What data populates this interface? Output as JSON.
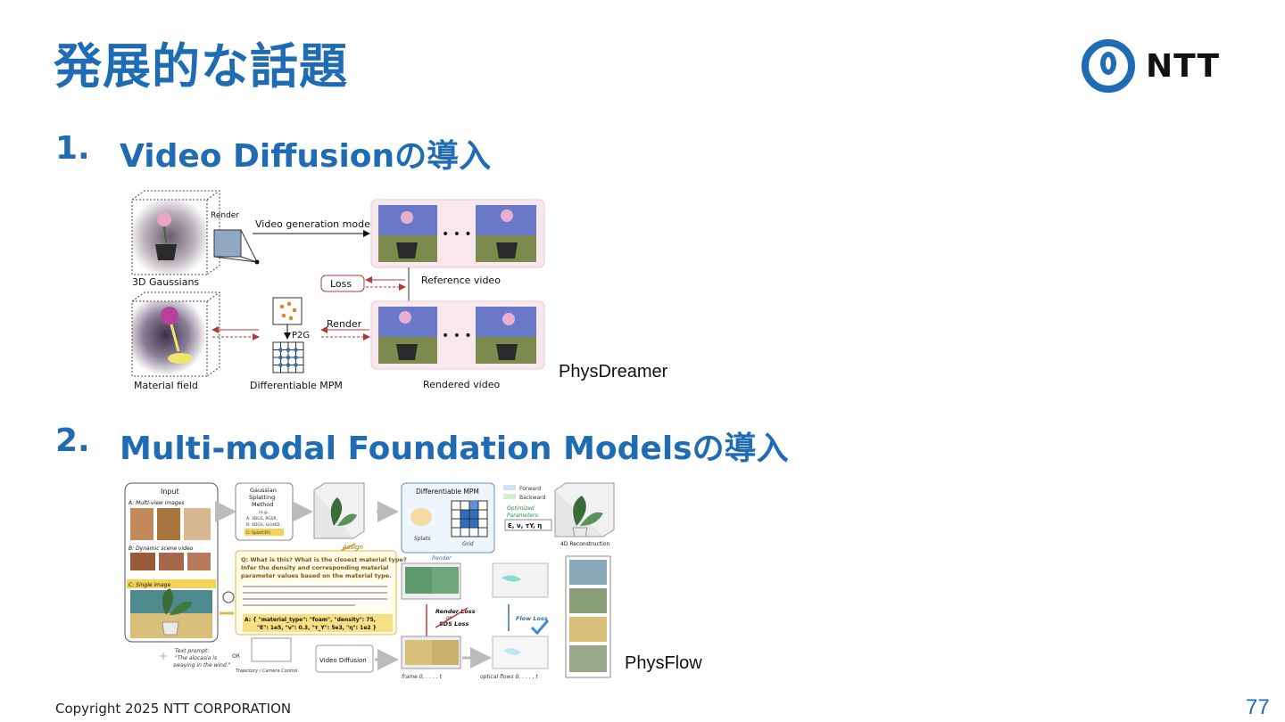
{
  "slide": {
    "title": "発展的な話題",
    "sections": [
      {
        "number": "1.",
        "text": "Video Diffusionの導入"
      },
      {
        "number": "2.",
        "text": "Multi-modal Foundation Modelsの導入"
      }
    ],
    "figure_labels": [
      "PhysDreamer",
      "PhysFlow"
    ],
    "copyright": "Copyright 2025 NTT CORPORATION",
    "page_number": "77",
    "logo_text": "NTT"
  },
  "physdreamer": {
    "gaussians": "3D Gaussians",
    "render": "Render",
    "video_gen": "Video generation model",
    "loss": "Loss",
    "reference_video": "Reference video",
    "render2": "Render",
    "p2g": "P2G",
    "material_field": "Material field",
    "mpm": "Differentiable MPM",
    "rendered_video": "Rendered video",
    "dots": "• • •"
  },
  "physflow": {
    "input": "Input",
    "multiview": "A: Multi-view images",
    "dynamic": "B: Dynamic scene video",
    "single": "C: Single image",
    "gs_method": [
      "Gaussian",
      "Splatting",
      "Method"
    ],
    "gs_examples": [
      "(e.g.,",
      "A: 3DGS, PGSR,",
      "B: 4DGS, Grid4D,",
      "C: Splatt3R)"
    ],
    "assign": "Assign",
    "mpm": "Differentiable MPM",
    "forward": "Forward",
    "backward": "Backward",
    "splats": "Splats",
    "grid": "Grid",
    "optimized": [
      "Optimized",
      "Parameters:"
    ],
    "params": "E, ν, τY, η",
    "recon": "4D Reconstruction",
    "question": [
      "Q: What is this? What is the closest material type?",
      "Infer the density and corresponding material",
      "parameter values based on the material type."
    ],
    "answer": [
      "A: { \"material_type\": \"foam\", \"density\": 75,",
      "\"E\": 1e5, \"ν\": 0.3, \"τ_Y\": 5e3, \"η\": 1e2 }"
    ],
    "render": "Render",
    "render_loss": [
      "Render Loss",
      "or",
      "SDS Loss"
    ],
    "flow_loss": "Flow Loss",
    "text_prompt": [
      "Text prompt:",
      "\"The alocasia is",
      "swaying in the wind.\""
    ],
    "or": "OR",
    "trajectory": "Trajectory / Camera Control",
    "video_diffusion": "Video Diffusion",
    "frame_axis": "frame 0,   . . . ,   t",
    "flow_axis": "optical flows 0,   . . . ,   t"
  },
  "colors": {
    "brand_blue": "#1f6cb4",
    "loss_red": "#b03a3a",
    "highlight_yellow": "#f3d35a"
  }
}
